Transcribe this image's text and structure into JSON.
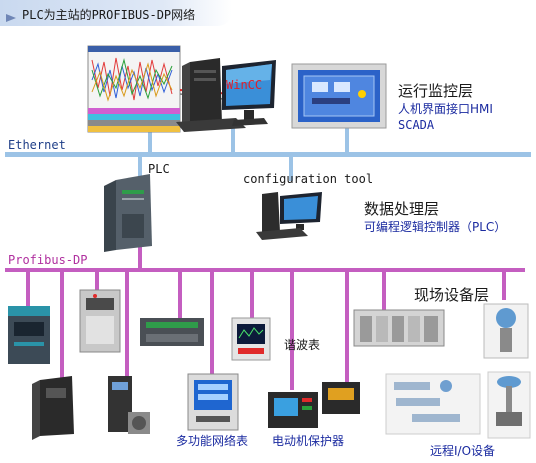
{
  "title": "PLC为主站的PROFIBUS-DP网络",
  "buses": {
    "ethernet": "Ethernet",
    "profibus": "Profibus-DP"
  },
  "devices": {
    "wincc": "WinCC",
    "plc": "PLC",
    "config_tool": "configuration tool",
    "harmonic_meter": "谐波表",
    "multifunction_meter": "多功能网络表",
    "motor_protector": "电动机保护器",
    "remote_io": "远程I/O设备"
  },
  "layers": {
    "monitoring": {
      "title": "运行监控层",
      "line1": "人机界面接口HMI",
      "line2": "SCADA"
    },
    "processing": {
      "title": "数据处理层",
      "line1": "可编程逻辑控制器（PLC）"
    },
    "field": {
      "title": "现场设备层"
    }
  },
  "colors": {
    "ethernet_bus": "#9cc3e6",
    "profibus_bus": "#c45ec0",
    "wincc_text": "#e0202a"
  }
}
